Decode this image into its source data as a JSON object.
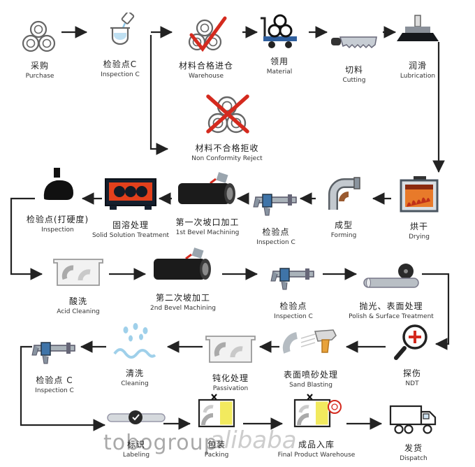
{
  "watermark": {
    "brand": "tobogroup",
    "site": "alibaba"
  },
  "colors": {
    "accent_red": "#d42a1e",
    "box_yellow": "#f2ea5e",
    "cart_blue": "#2f5f9e",
    "flame_orange": "#e87a2a",
    "arrow": "#222222"
  },
  "icons": {
    "purchase": "pipes-bundle-icon",
    "inspection_c1": "beaker-pour-icon",
    "warehouse": "pipes-check-icon",
    "material": "cart-pipes-icon",
    "cutting": "saw-icon",
    "lubrication": "brush-icon",
    "reject": "pipes-reject-icon",
    "drying": "oven-flames-icon",
    "forming": "elbow-pipe-icon",
    "inspection_c2": "caliper-icon",
    "bevel1": "dark-pipe-icon",
    "solid_solution": "furnace-icon",
    "inspection_hardness": "hardness-tester-icon",
    "acid_cleaning": "tank-bath-icon",
    "bevel2": "dark-pipe-icon",
    "inspection_c3": "caliper-icon",
    "polish": "pipe-wheel-icon",
    "ndt": "magnifier-cross-icon",
    "sand_blasting": "spray-gun-icon",
    "passivation": "tank-bath-icon",
    "cleaning": "droplets-icon",
    "inspection_c4": "caliper-icon",
    "labeling": "marked-pipe-icon",
    "packing": "box-icon",
    "final_warehouse": "box-seal-icon",
    "dispatch": "truck-icon"
  },
  "nodes": {
    "purchase": {
      "cn": "采购",
      "en": "Purchase"
    },
    "inspection_c1": {
      "cn": "检验点C",
      "en": "Inspection C"
    },
    "warehouse": {
      "cn": "材料合格进仓",
      "en": "Warehouse"
    },
    "material": {
      "cn": "领用",
      "en": "Material"
    },
    "cutting": {
      "cn": "切料",
      "en": "Cutting"
    },
    "lubrication": {
      "cn": "润滑",
      "en": "Lubrication"
    },
    "reject": {
      "cn": "材料不合格拒收",
      "en": "Non Conformity Reject"
    },
    "drying": {
      "cn": "烘干",
      "en": "Drying"
    },
    "forming": {
      "cn": "成型",
      "en": "Forming"
    },
    "inspection_c2": {
      "cn": "检验点",
      "en": "Inspection C"
    },
    "bevel1": {
      "cn": "第一次坡口加工",
      "en": "1st Bevel Machining"
    },
    "solid_solution": {
      "cn": "固溶处理",
      "en": "Solid Solution Treatment"
    },
    "inspection_hardness": {
      "cn": "检验点(打硬度)",
      "en": "Inspection"
    },
    "acid_cleaning": {
      "cn": "酸洗",
      "en": "Acid Cleaning"
    },
    "bevel2": {
      "cn": "第二次坡加工",
      "en": "2nd Bevel Machining"
    },
    "inspection_c3": {
      "cn": "检验点",
      "en": "Inspection C"
    },
    "polish": {
      "cn": "抛光、表面处理",
      "en": "Polish & Surface Treatment"
    },
    "ndt": {
      "cn": "探伤",
      "en": "NDT"
    },
    "sand_blasting": {
      "cn": "表面喷砂处理",
      "en": "Sand Blasting"
    },
    "passivation": {
      "cn": "钝化处理",
      "en": "Passivation"
    },
    "cleaning": {
      "cn": "清洗",
      "en": "Cleaning"
    },
    "inspection_c4": {
      "cn": "检验点 C",
      "en": "Inspection C"
    },
    "labeling": {
      "cn": "标识",
      "en": "Labeling"
    },
    "packing": {
      "cn": "包装",
      "en": "Packing"
    },
    "final_warehouse": {
      "cn": "成品入库",
      "en": "Final Product Warehouse"
    },
    "dispatch": {
      "cn": "发货",
      "en": "Dispatch"
    }
  },
  "edges": [
    "purchase->inspection_c1",
    "inspection_c1->warehouse",
    "inspection_c1->reject",
    "warehouse->material",
    "material->cutting",
    "cutting->lubrication",
    "lubrication->drying",
    "drying->forming",
    "forming->inspection_c2",
    "inspection_c2->bevel1",
    "bevel1->solid_solution",
    "solid_solution->inspection_hardness",
    "inspection_hardness->acid_cleaning",
    "acid_cleaning->bevel2",
    "bevel2->inspection_c3",
    "inspection_c3->polish",
    "polish->ndt",
    "ndt->sand_blasting",
    "sand_blasting->passivation",
    "passivation->cleaning",
    "cleaning->inspection_c4",
    "inspection_c4->labeling",
    "labeling->packing",
    "packing->final_warehouse",
    "final_warehouse->dispatch"
  ]
}
